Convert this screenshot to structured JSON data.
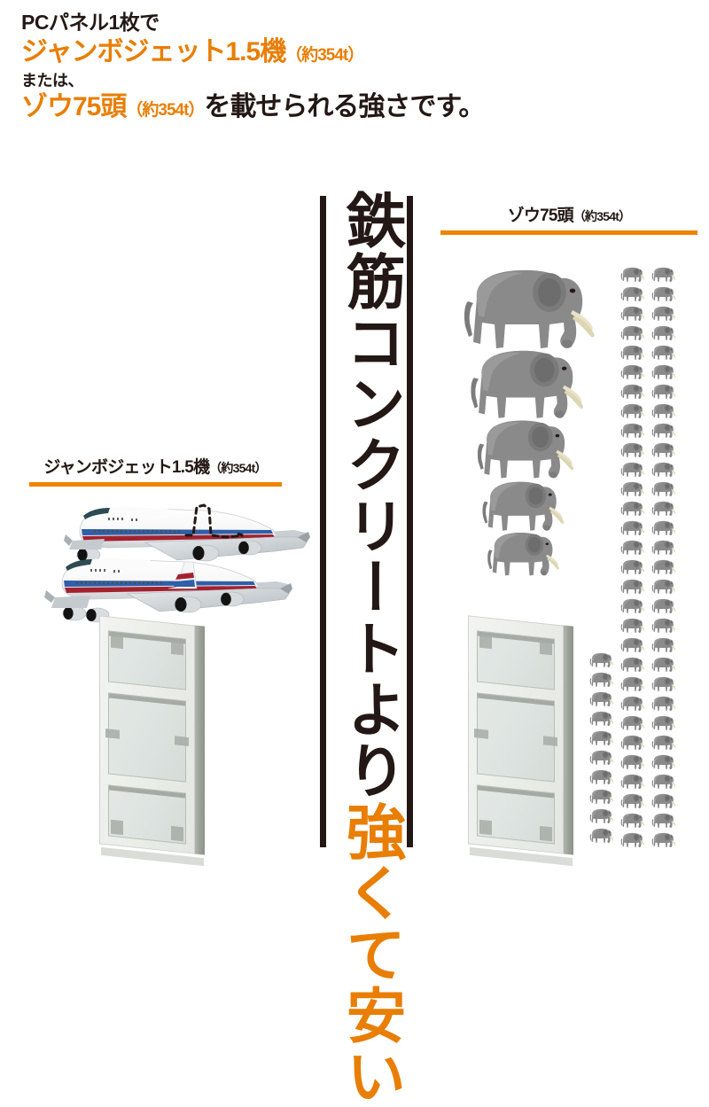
{
  "headline": {
    "line1": "PCパネル1枚で",
    "line2_main": "ジャンボジェット1.5機",
    "line2_note": "（約354t）",
    "line3": "または、",
    "line4_main": "ゾウ75頭",
    "line4_note": "（約354t）",
    "line4_tail": "を載せられる強さです。"
  },
  "captions": {
    "jet": {
      "main": "ジャンボジェット1.5機",
      "note": "（約354t）"
    },
    "elephant": {
      "main": "ゾウ75頭",
      "note": "（約354t）"
    }
  },
  "slogan": {
    "black_part": "鉄筋コンクリートより",
    "orange_part": "強くて安い",
    "full": "鉄筋コンクリートより強くて安い"
  },
  "illustrations": {
    "panel_jet": {
      "name": "PCパネル",
      "openings": 3
    },
    "panel_elephant": {
      "name": "PCパネル",
      "openings": 3
    },
    "jets": {
      "count_label": "1.5",
      "unit": "機",
      "drawn_planes": 2,
      "half_indicator": "破線の尾翼"
    },
    "elephants": {
      "count_label": "75",
      "unit": "頭",
      "stacked_on_panel": 5,
      "column_a": 10,
      "column_b": 30,
      "column_c": 30
    }
  },
  "colors": {
    "orange": "#E87E04",
    "orange_rule": "#F08300",
    "ink": "#231815",
    "panel_light": "#eceeea",
    "panel_edge": "#9aa096",
    "elephant_body": "#8a8a8a",
    "elephant_shadow": "#6f6f6f",
    "tusk": "#e8e3c8",
    "jet_blue": "#2f5fa8",
    "jet_red": "#a32230",
    "background": "#ffffff"
  }
}
